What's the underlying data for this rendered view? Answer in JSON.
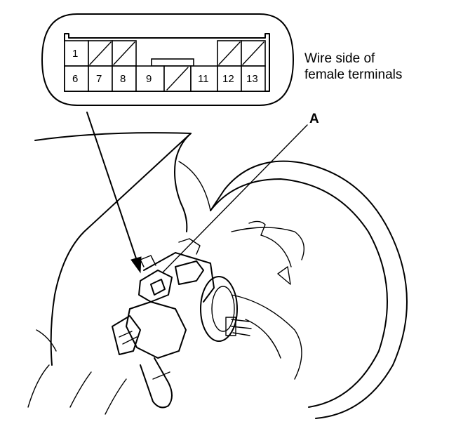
{
  "connector": {
    "top_row": [
      {
        "label": "1",
        "empty": false
      },
      {
        "label": "",
        "empty": true
      },
      {
        "label": "",
        "empty": true
      },
      {
        "label": "",
        "empty": true
      },
      {
        "label": "",
        "empty": true
      }
    ],
    "bottom_row": [
      {
        "label": "6",
        "empty": false
      },
      {
        "label": "7",
        "empty": false
      },
      {
        "label": "8",
        "empty": false
      },
      {
        "label": "9",
        "empty": false
      },
      {
        "label": "",
        "empty": true
      },
      {
        "label": "11",
        "empty": false
      },
      {
        "label": "12",
        "empty": false
      },
      {
        "label": "13",
        "empty": false
      }
    ]
  },
  "caption": {
    "line1": "Wire side of",
    "line2": "female terminals"
  },
  "callout": {
    "label": "A"
  }
}
